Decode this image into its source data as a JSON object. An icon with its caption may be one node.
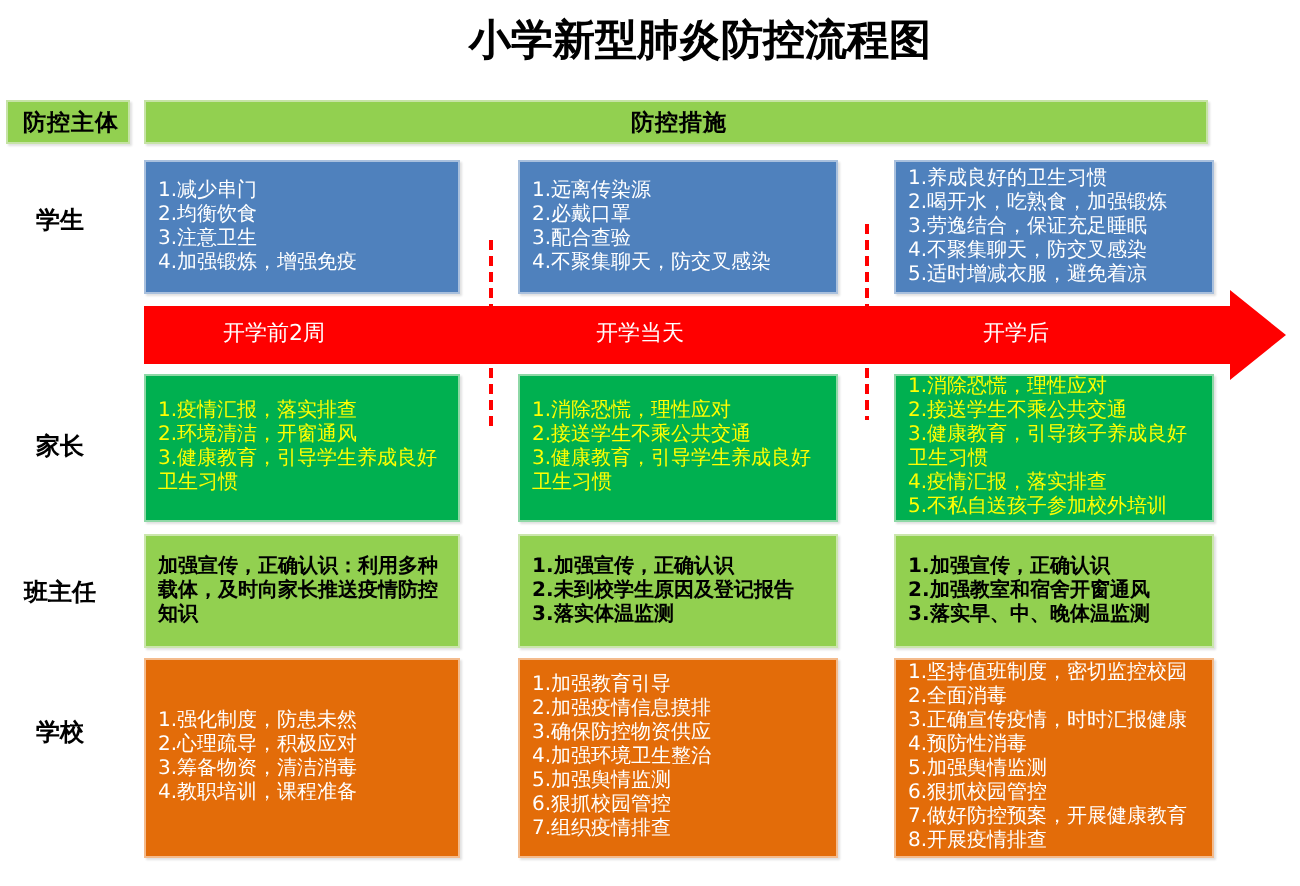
{
  "diagram": {
    "title": "小学新型肺炎防控流程图",
    "nodes": [
      {
        "text": [
          "防控主体"
        ]
      },
      {
        "text": [
          "防控措施"
        ]
      },
      {
        "text": [
          "1.减少串门",
          "2.均衡饮食",
          "3.注意卫生",
          "4.加强锻炼，增强免疫"
        ]
      },
      {
        "text": [
          "1.远离传染源",
          "2.必戴口罩",
          "3.配合查验",
          "4.不聚集聊天，防交叉感染"
        ]
      },
      {
        "text": [
          "1.养成良好的卫生习惯",
          "2.喝开水，吃熟食，加强锻炼",
          "3.劳逸结合，保证充足睡眠",
          "4.不聚集聊天，防交叉感染",
          "5.适时增减衣服，避免着凉"
        ]
      },
      {
        "text": [
          "开学前2周",
          "开学当天",
          "开学后"
        ]
      },
      {
        "text": [
          "1.疫情汇报，落实排查",
          "2.环境清洁，开窗通风",
          "3.健康教育，引导学生养成良好卫生习惯"
        ]
      },
      {
        "text": [
          "1.消除恐慌，理性应对",
          "2.接送学生不乘公共交通",
          "3.健康教育，引导学生养成良好卫生习惯"
        ]
      },
      {
        "text": [
          "1.消除恐慌，理性应对",
          "2.接送学生不乘公共交通",
          "3.健康教育，引导孩子养成良好卫生习惯",
          "4.疫情汇报，落实排查",
          "5.不私自送孩子参加校外培训"
        ]
      },
      {
        "text": [
          "加强宣传，正确认识：利用多种载体，及时向家长推送疫情防控知识"
        ]
      },
      {
        "text": [
          "1.加强宣传，正确认识",
          "2.未到校学生原因及登记报告",
          "3.落实体温监测"
        ]
      },
      {
        "text": [
          "1.加强宣传，正确认识",
          "2.加强教室和宿舍开窗通风",
          "3.落实早、中、晚体温监测"
        ]
      },
      {
        "text": [
          "1.强化制度，防患未然",
          "2.心理疏导，积极应对",
          "3.筹备物资，清洁消毒",
          "4.教职培训，课程准备"
        ]
      },
      {
        "text": [
          "1.加强教育引导",
          "2.加强疫情信息摸排",
          "3.确保防控物资供应",
          "4.加强环境卫生整治",
          "5.加强舆情监测",
          "6.狠抓校园管控",
          "7.组织疫情排查"
        ]
      },
      {
        "text": [
          "1.坚持值班制度，密切监控校园",
          "2.全面消毒",
          "3.正确宣传疫情，时时汇报健康",
          "4.预防性消毒",
          "5.加强舆情监测",
          "6.狠抓校园管控",
          "7.做好防控预案，开展健康教育",
          "8.开展疫情排查"
        ]
      }
    ],
    "labels": [
      "学生",
      "家长",
      "班主任",
      "学校"
    ]
  }
}
